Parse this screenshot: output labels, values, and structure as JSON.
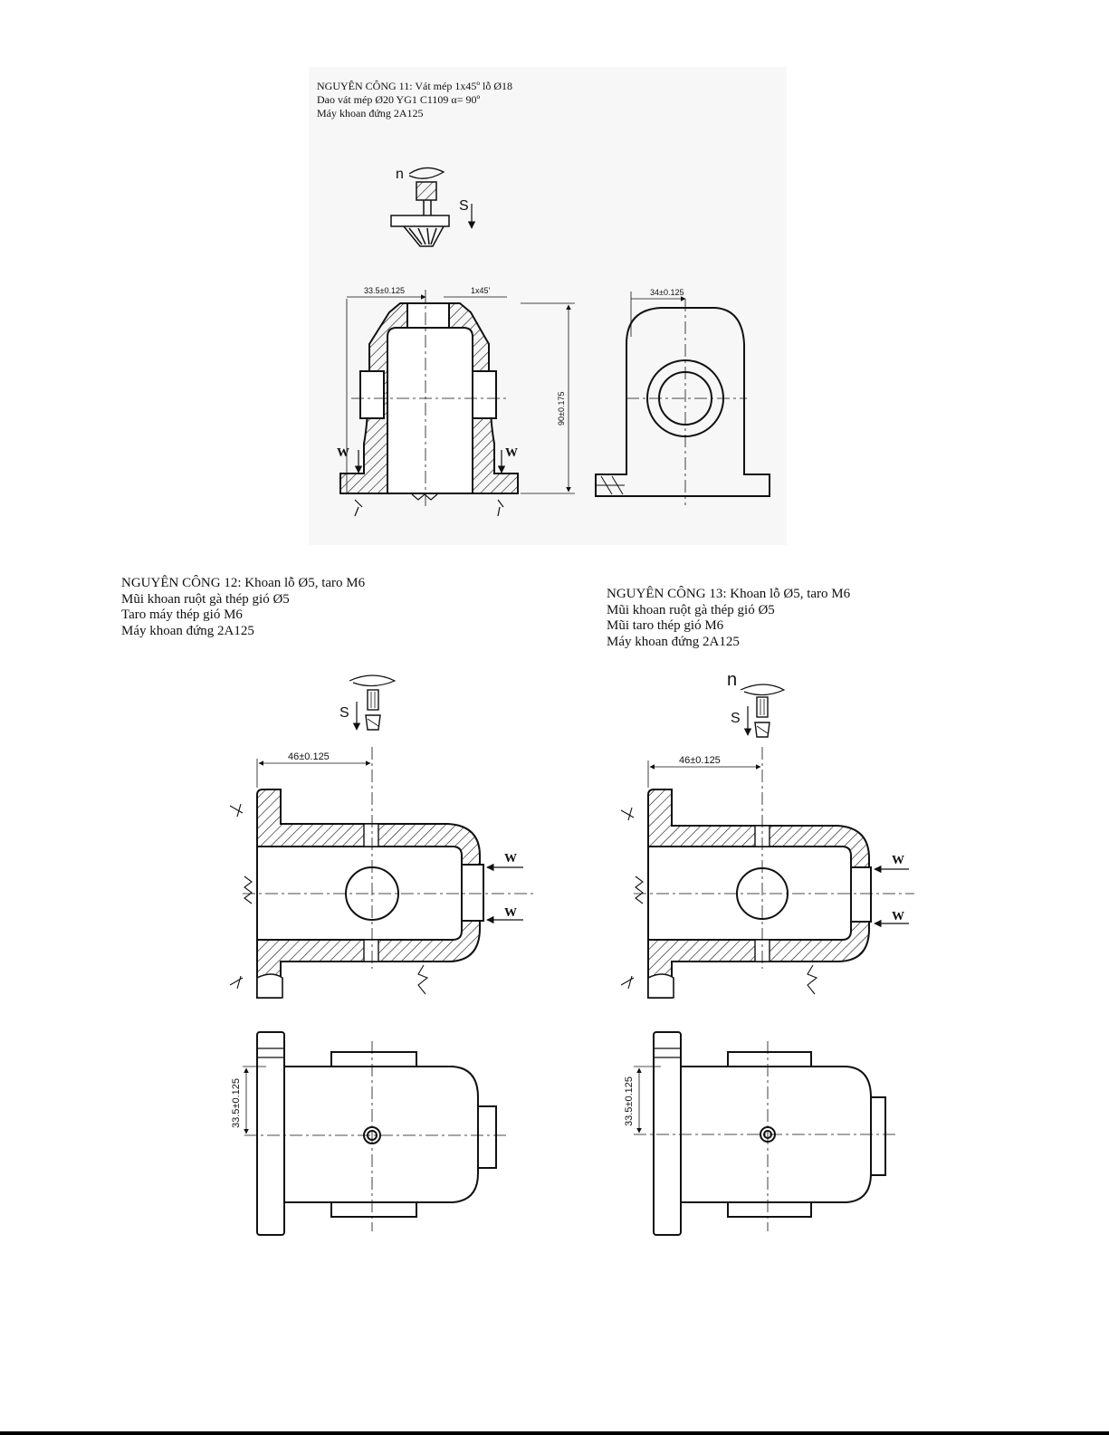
{
  "operations": [
    {
      "id": "op11",
      "lines": [
        "NGUYÊN CÔNG 11: Vát mép 1x45º lỗ Ø18",
        "Dao vát mép Ø20 YG1 C1109 α= 90º",
        "Máy khoan đứng 2A125"
      ],
      "dims": {
        "left": "33.5±0.125",
        "chamfer": "1x45'",
        "height": "90±0.175",
        "side": "34±0.125"
      },
      "labels": {
        "speed": "n",
        "feed": "S",
        "clamp": "W"
      }
    },
    {
      "id": "op12",
      "lines": [
        "NGUYÊN CÔNG 12: Khoan lỗ Ø5, taro M6",
        "Mũi khoan ruột gà thép gió Ø5",
        "Taro máy thép gió M6",
        "Máy khoan đứng 2A125"
      ],
      "dims": {
        "top": "46±0.125",
        "vertical": "33.5±0.125"
      },
      "labels": {
        "feed": "S",
        "clamp": "W"
      }
    },
    {
      "id": "op13",
      "lines": [
        "NGUYÊN CÔNG 13: Khoan lỗ Ø5, taro M6",
        "Mũi khoan ruột gà thép gió Ø5",
        "Mũi taro thép gió M6",
        "Máy khoan đứng 2A125"
      ],
      "dims": {
        "top": "46±0.125",
        "vertical": "33.5±0.125"
      },
      "labels": {
        "speed": "n",
        "feed": "S",
        "clamp": "W"
      }
    }
  ],
  "colors": {
    "ink": "#111111",
    "panel": "#f7f7f7"
  }
}
